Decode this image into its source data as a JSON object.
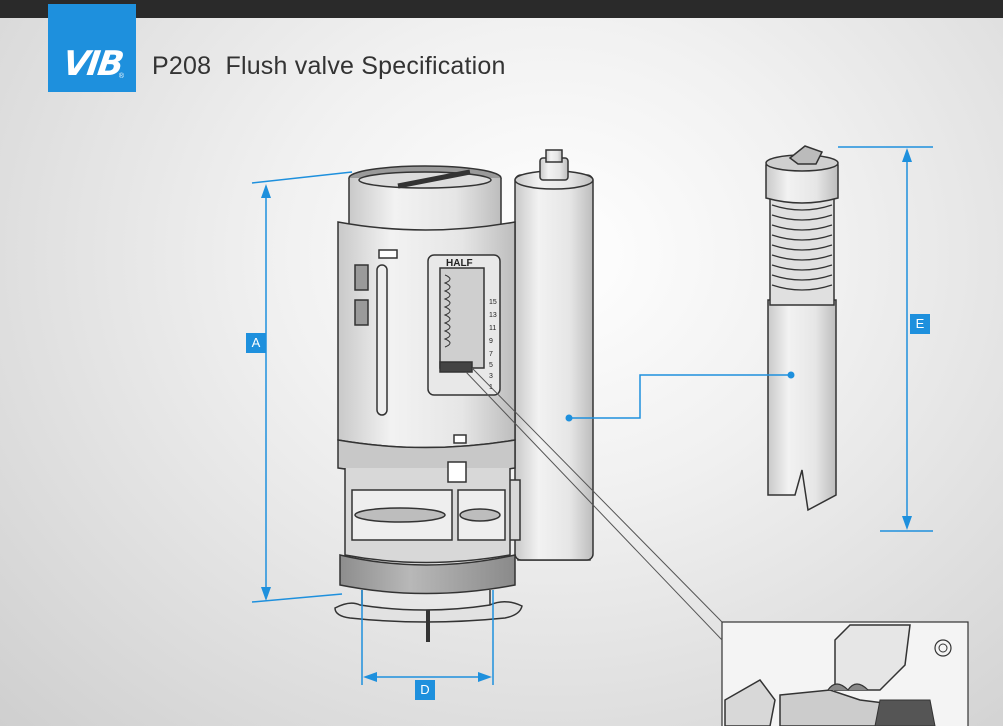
{
  "header": {
    "logo_text": "VIB",
    "logo_mark": "®",
    "title": "P208  Flush valve Specification"
  },
  "diagram": {
    "dimension_labels": {
      "a": "A",
      "d": "D",
      "e": "E"
    },
    "valve_markings": {
      "half": "HALF",
      "scale": [
        "15",
        "13",
        "11",
        "9",
        "7",
        "5",
        "3",
        "1"
      ]
    }
  },
  "colors": {
    "accent": "#1e90dd",
    "topbar": "#2a2a2a",
    "outline": "#333333"
  }
}
